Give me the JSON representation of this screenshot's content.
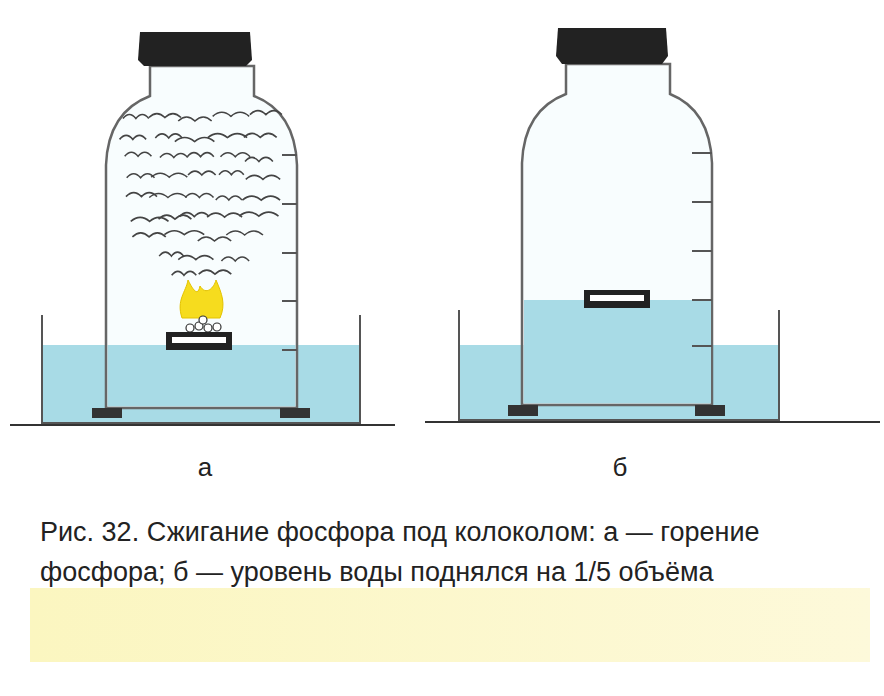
{
  "diagram": {
    "caption": "Рис. 32. Сжигание фосфора под колоколом: а — горение фосфора; б — уровень воды поднялся на 1/5 объёма",
    "labels": [
      "а",
      "б"
    ]
  }
}
